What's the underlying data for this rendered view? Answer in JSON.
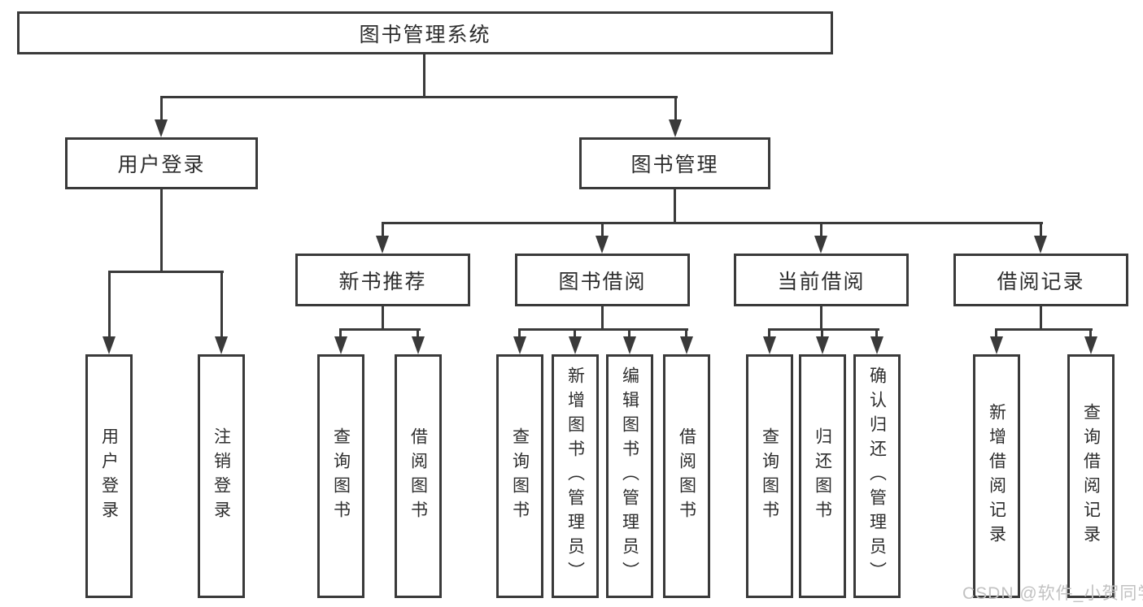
{
  "palette": {
    "background": "#ffffff",
    "line_color": "#3a3a3a",
    "node_border_color": "#3a3a3a",
    "node_fill": "#ffffff",
    "text_color": "#2d2d2d",
    "watermark_color": "#c2c2c2"
  },
  "diagram": {
    "root": "图书管理系统",
    "branches": [
      {
        "label": "用户登录",
        "children": [
          "用户登录",
          "注销登录"
        ]
      },
      {
        "label": "图书管理",
        "groups": [
          {
            "label": "新书推荐",
            "children": [
              "查询图书",
              "借阅图书"
            ]
          },
          {
            "label": "图书借阅",
            "children": [
              "查询图书",
              "新增图书（管理员）",
              "编辑图书（管理员）",
              "借阅图书"
            ]
          },
          {
            "label": "当前借阅",
            "children": [
              "查询图书",
              "归还图书",
              "确认归还（管理员）"
            ]
          },
          {
            "label": "借阅记录",
            "children": [
              "新增借阅记录",
              "查询借阅记录"
            ]
          }
        ]
      }
    ]
  },
  "watermark": "CSDN @软件_小贺同学"
}
